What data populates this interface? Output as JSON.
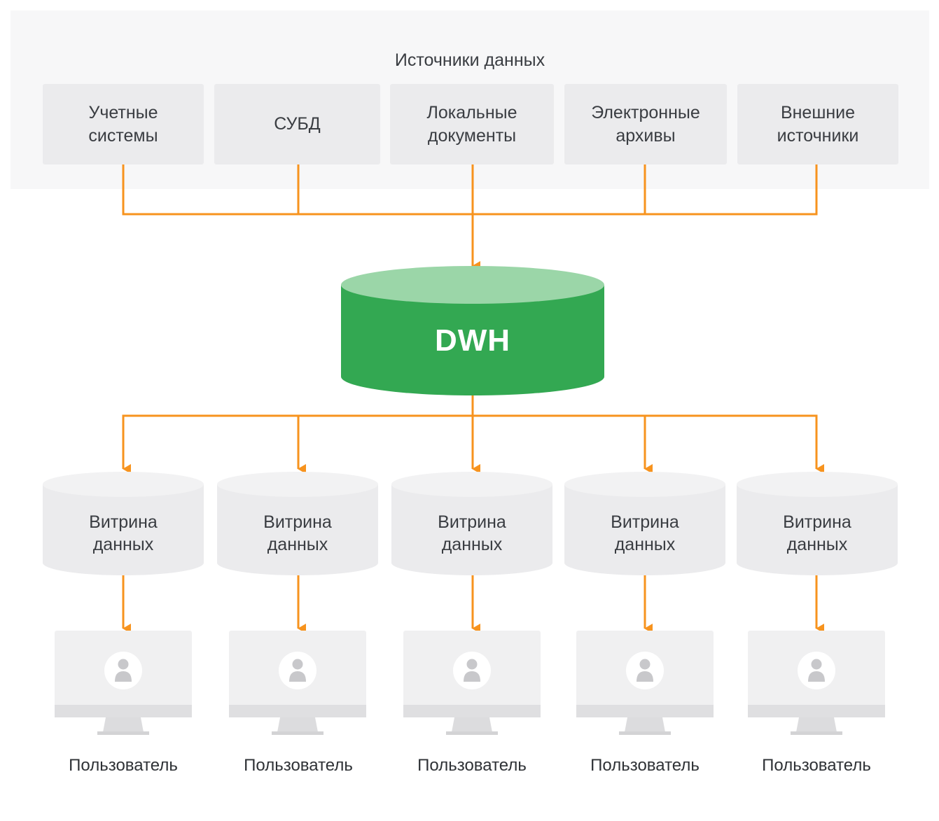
{
  "sources": {
    "title": "Источники данных",
    "items": [
      {
        "label": "Учетные\nсистемы"
      },
      {
        "label": "СУБД"
      },
      {
        "label": "Локальные\nдокументы"
      },
      {
        "label": "Электронные\nархивы"
      },
      {
        "label": "Внешние\nисточники"
      }
    ]
  },
  "dwh": {
    "label": "DWH"
  },
  "marts": [
    {
      "label": "Витрина\nданных"
    },
    {
      "label": "Витрина\nданных"
    },
    {
      "label": "Витрина\nданных"
    },
    {
      "label": "Витрина\nданных"
    },
    {
      "label": "Витрина\nданных"
    }
  ],
  "users": [
    {
      "label": "Пользователь"
    },
    {
      "label": "Пользователь"
    },
    {
      "label": "Пользователь"
    },
    {
      "label": "Пользователь"
    },
    {
      "label": "Пользователь"
    }
  ],
  "colors": {
    "connector": "#f7931e",
    "dwh_body": "#33a852",
    "dwh_top": "#9bd6a8",
    "box_fill": "#ebebed",
    "panel_fill": "#f7f7f8"
  }
}
